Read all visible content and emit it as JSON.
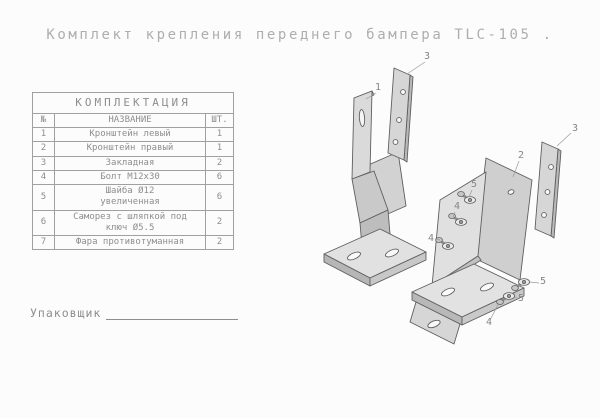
{
  "page": {
    "title": "Комплект крепления переднего бампера TLC-105 .",
    "packer_label": "Упаковщик"
  },
  "table": {
    "title": "КОМПЛЕКТАЦИЯ",
    "headers": {
      "num": "№",
      "name": "НАЗВАНИЕ",
      "qty": "ШТ."
    },
    "rows": [
      {
        "num": "1",
        "name": "Кронштейн левый",
        "qty": "1"
      },
      {
        "num": "2",
        "name": "Кронштейн правый",
        "qty": "1"
      },
      {
        "num": "3",
        "name": "Закладная",
        "qty": "2"
      },
      {
        "num": "4",
        "name": "Болт М12х30",
        "qty": "6"
      },
      {
        "num": "5",
        "name": "Шайба Ø12\nувеличенная",
        "qty": "6"
      },
      {
        "num": "6",
        "name": "Саморез с шляпкой под\nключ Ø5.5",
        "qty": "2"
      },
      {
        "num": "7",
        "name": "Фара противотуманная",
        "qty": "2"
      }
    ]
  },
  "drawing": {
    "callouts": [
      {
        "label": "1"
      },
      {
        "label": "3"
      },
      {
        "label": "3"
      },
      {
        "label": "2"
      },
      {
        "label": "5"
      },
      {
        "label": "4"
      },
      {
        "label": "4"
      },
      {
        "label": "5"
      },
      {
        "label": "5"
      },
      {
        "label": "4"
      }
    ]
  }
}
